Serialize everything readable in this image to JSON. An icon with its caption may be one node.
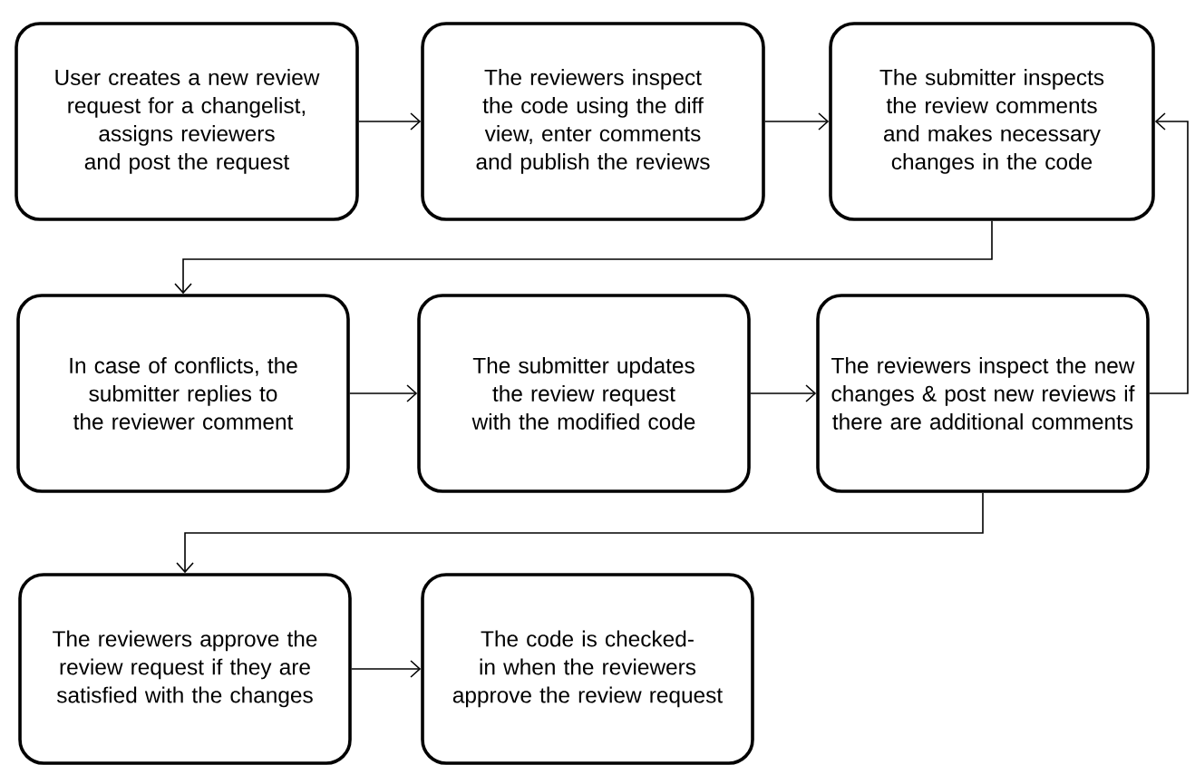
{
  "diagram": {
    "nodes": [
      {
        "text": [
          "User creates a new review request for a changelist, assigns reviewers and post the request"
        ]
      },
      {
        "text": [
          "The reviewers inspect the code using the diff view, enter comments and publish the reviews"
        ]
      },
      {
        "text": [
          "The submitter inspects the review comments and makes necessary changes in the code"
        ]
      },
      {
        "text": [
          "In case of conflicts, the submitter replies to the reviewer comment"
        ]
      },
      {
        "text": [
          "The submitter updates the review request with the modified code"
        ]
      },
      {
        "text": [
          "The reviewers inspect the new changes & post new reviews if there are additional comments"
        ]
      },
      {
        "text": [
          "The reviewers approve the review request if they are satisfied with the changes"
        ]
      },
      {
        "text": [
          "The code is checked-in when the reviewers approve the review request"
        ]
      }
    ],
    "edges": [
      {
        "from": 0,
        "to": 1,
        "arrow": "to"
      },
      {
        "from": 1,
        "to": 2,
        "arrow": "to"
      },
      {
        "from": 2,
        "to": 3,
        "arrow": "to"
      },
      {
        "from": 3,
        "to": 4,
        "arrow": "to"
      },
      {
        "from": 4,
        "to": 5,
        "arrow": "to"
      },
      {
        "from": 5,
        "to": 2,
        "arrow": "to"
      },
      {
        "from": 5,
        "to": 6,
        "arrow": "to"
      },
      {
        "from": 6,
        "to": 7,
        "arrow": "to"
      }
    ]
  }
}
